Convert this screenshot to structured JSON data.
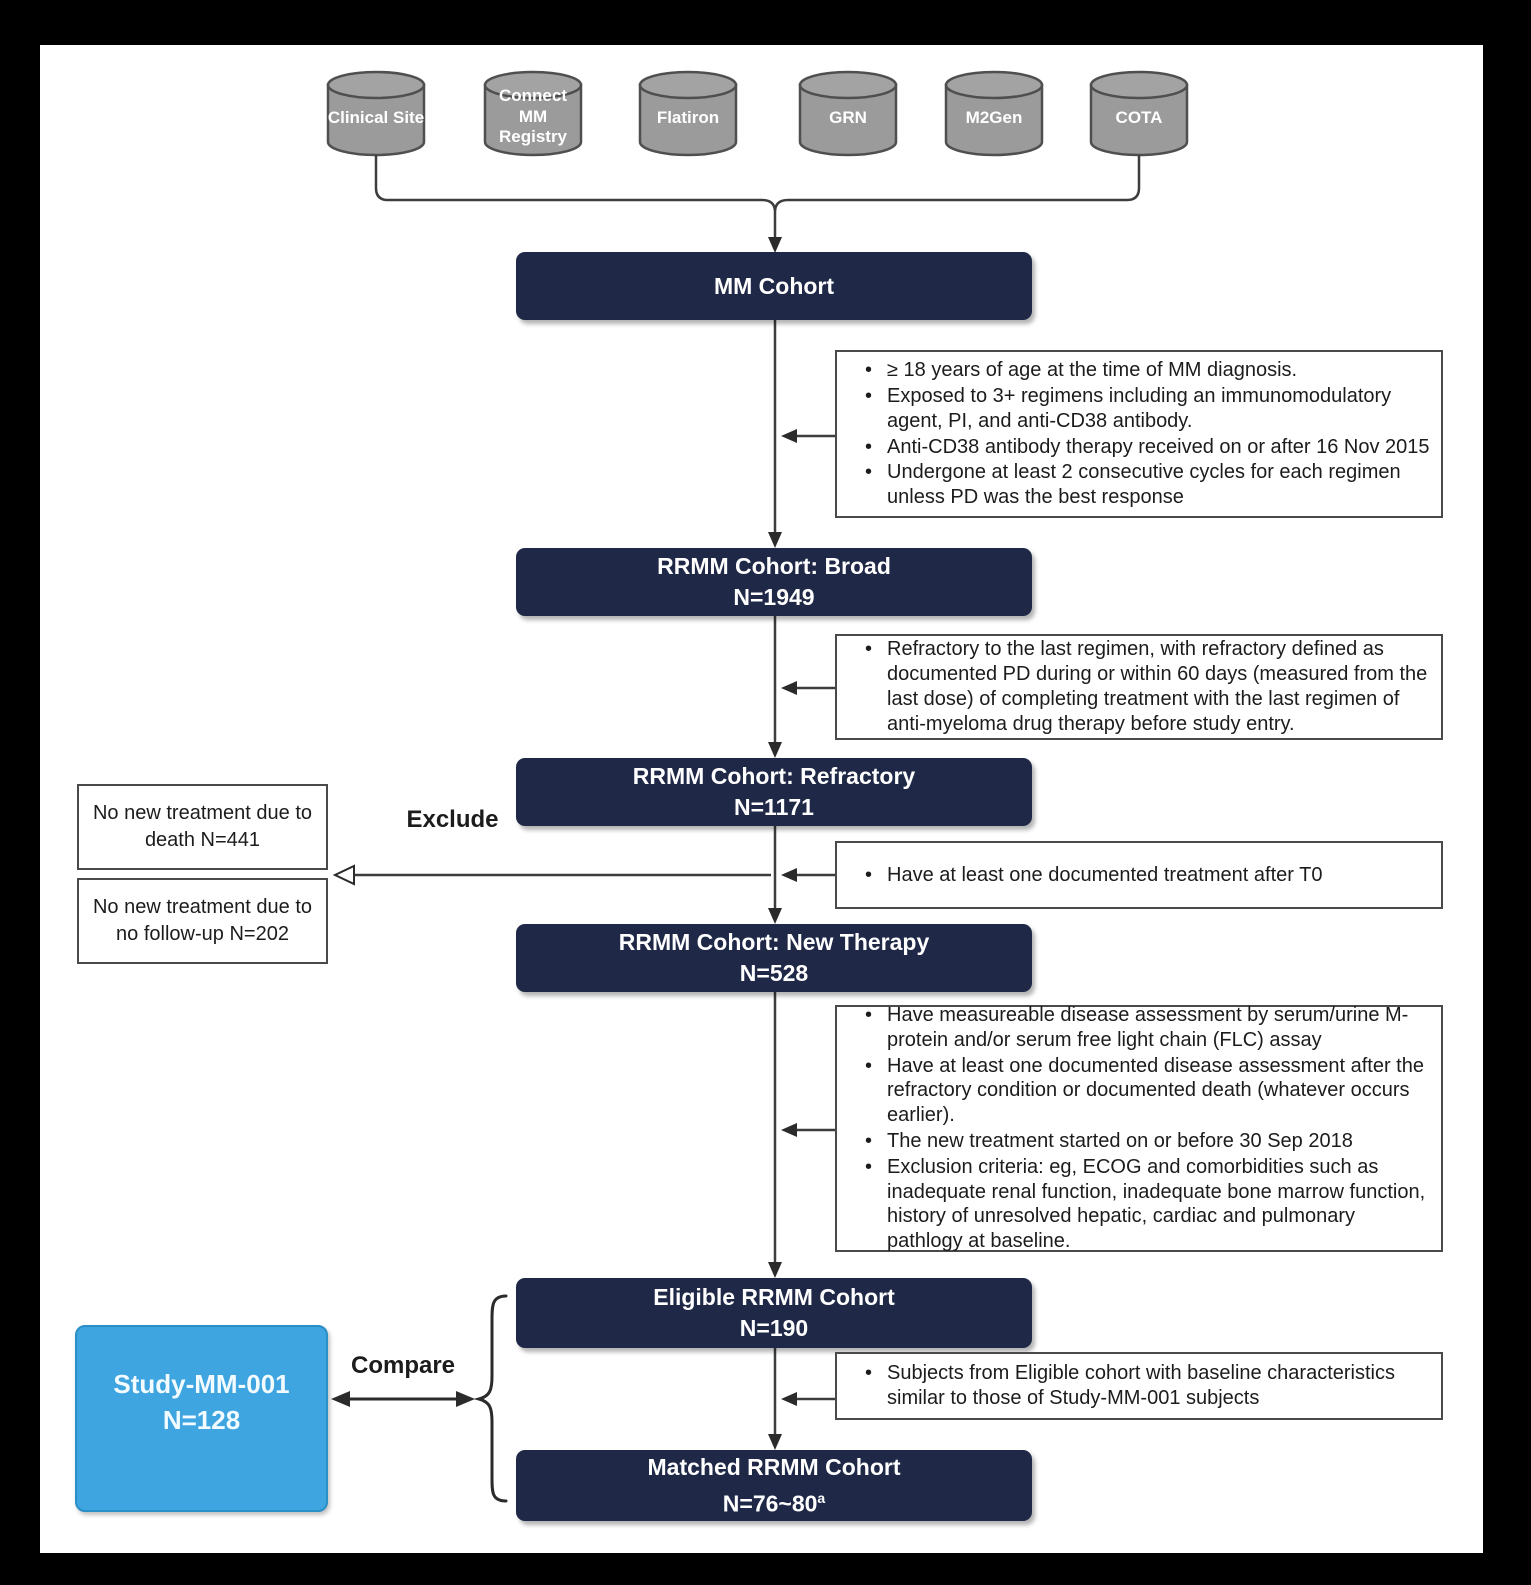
{
  "sources": [
    {
      "label": "Clinical Site"
    },
    {
      "label": "Connect MM Registry"
    },
    {
      "label": "Flatiron"
    },
    {
      "label": "GRN"
    },
    {
      "label": "M2Gen"
    },
    {
      "label": "COTA"
    }
  ],
  "cohorts": {
    "mm": {
      "title": "MM Cohort"
    },
    "broad": {
      "title": "RRMM Cohort: Broad",
      "n": "N=1949"
    },
    "refractory": {
      "title": "RRMM Cohort: Refractory",
      "n": "N=1171"
    },
    "new_therapy": {
      "title": "RRMM Cohort: New Therapy",
      "n": "N=528"
    },
    "eligible": {
      "title": "Eligible RRMM Cohort",
      "n": "N=190"
    },
    "matched": {
      "title": "Matched RRMM Cohort",
      "n": "N=76~80",
      "n_sup": "a"
    }
  },
  "criteria": {
    "mm_to_broad": [
      "≥ 18 years of age at the time of MM diagnosis.",
      "Exposed to 3+ regimens including an immunomodulatory agent, PI, and anti-CD38 antibody.",
      "Anti-CD38 antibody therapy received on or after 16 Nov 2015",
      "Undergone at least 2 consecutive cycles for each regimen unless PD was the best response"
    ],
    "broad_to_refractory": [
      "Refractory to the last regimen, with refractory defined as documented PD during or within 60 days (measured from the last dose) of completing treatment with the last regimen of anti-myeloma drug therapy before study entry."
    ],
    "refractory_to_new": [
      "Have at least one documented treatment after T0"
    ],
    "new_to_eligible": [
      "Have measureable disease assessment by serum/urine M-protein and/or serum free light chain (FLC) assay",
      "Have at least one documented disease assessment after the refractory condition or documented death (whatever occurs earlier).",
      "The new treatment started on or before 30 Sep 2018",
      "Exclusion criteria: eg, ECOG and comorbidities such as inadequate renal function, inadequate bone marrow function, history of unresolved hepatic, cardiac and pulmonary pathlogy at baseline."
    ],
    "eligible_to_matched": [
      "Subjects from Eligible cohort with baseline characteristics similar to those of Study-MM-001 subjects"
    ]
  },
  "exclusions": [
    {
      "label": "No new treatment due to death N=441"
    },
    {
      "label": "No new treatment due to no follow-up N=202"
    }
  ],
  "exclude_label": "Exclude",
  "compare_label": "Compare",
  "study": {
    "title": "Study-MM-001",
    "n": "N=128"
  },
  "colors": {
    "navy": "#1f2847",
    "blue": "#3fa5e0",
    "cylinder_gray": "#9b9b9b",
    "line": "#3d3d3d"
  }
}
